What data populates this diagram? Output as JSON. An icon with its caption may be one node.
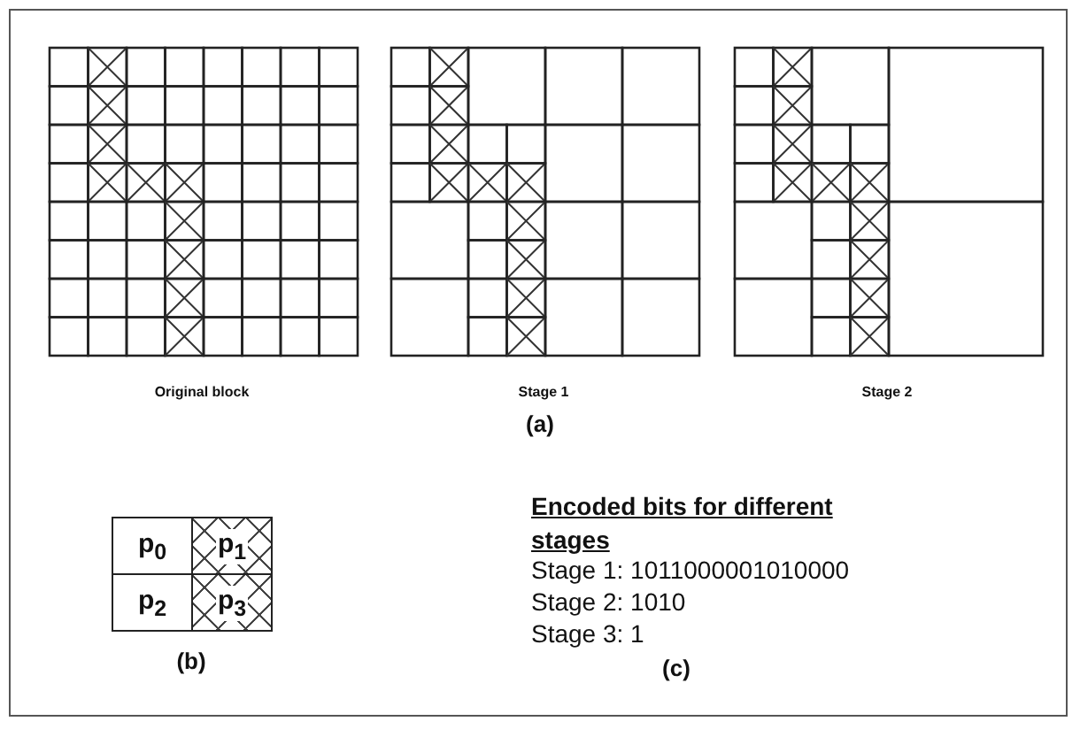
{
  "diagram": {
    "nodes": [
      {
        "text": [
          "p$_{0}$"
        ]
      },
      {
        "text": [
          "p$_{1}$"
        ]
      },
      {
        "text": [
          "p$_{2}$"
        ]
      },
      {
        "text": [
          "p$_{3}$"
        ]
      }
    ],
    "labels": [
      "Original block",
      "Stage 1",
      "Stage 2",
      "(a)",
      "(b)",
      "Encoded bits for different stages",
      "Stage 1: 1011000001010000",
      "Stage 2: 1010",
      "Stage 3: 1",
      "(c)"
    ]
  }
}
